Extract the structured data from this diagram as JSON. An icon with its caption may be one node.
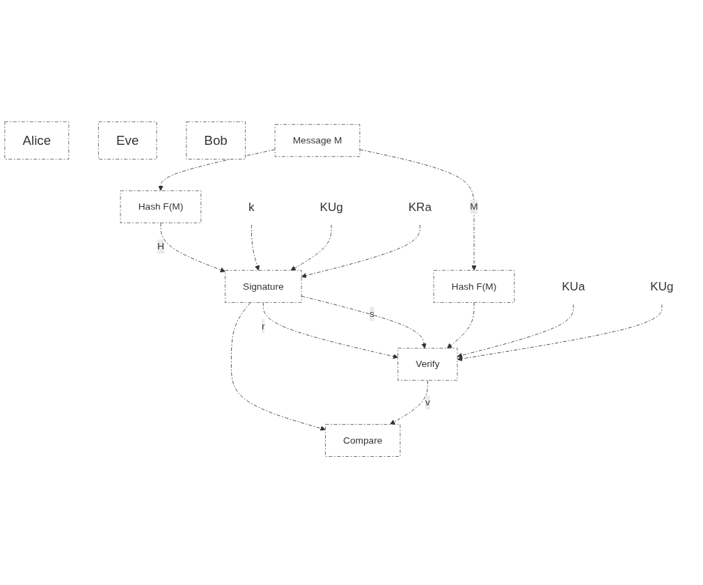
{
  "diagram": {
    "nodes": [
      {
        "text": [
          "Alice"
        ]
      },
      {
        "text": [
          "Eve"
        ]
      },
      {
        "text": [
          "Bob"
        ]
      },
      {
        "text": [
          "Message M"
        ]
      },
      {
        "text": [
          "Hash F(M)"
        ]
      },
      {
        "text": [
          "k"
        ]
      },
      {
        "text": [
          "Signature"
        ]
      },
      {
        "text": [
          "KUg"
        ]
      },
      {
        "text": [
          "KRa"
        ]
      },
      {
        "text": [
          "Hash F(M)"
        ]
      },
      {
        "text": [
          "KUa"
        ]
      },
      {
        "text": [
          "KUg"
        ]
      },
      {
        "text": [
          "Verify"
        ]
      },
      {
        "text": [
          "Compare"
        ]
      }
    ],
    "edges": [
      {
        "from": 3,
        "to": 9,
        "arrow": "to",
        "label": "M"
      },
      {
        "from": 3,
        "to": 4,
        "arrow": "to"
      },
      {
        "from": 4,
        "to": 6,
        "arrow": "to",
        "label": "H"
      },
      {
        "from": 5,
        "to": 6,
        "arrow": "to"
      },
      {
        "from": 7,
        "to": 6,
        "arrow": "to"
      },
      {
        "from": 8,
        "to": 6,
        "arrow": "to"
      },
      {
        "from": 6,
        "to": 12,
        "arrow": "to",
        "label": "s"
      },
      {
        "from": 9,
        "to": 12,
        "arrow": "to"
      },
      {
        "from": 10,
        "to": 12,
        "arrow": "to"
      },
      {
        "from": 11,
        "to": 12,
        "arrow": "to"
      },
      {
        "from": 6,
        "to": 12,
        "arrow": "to",
        "label": "r"
      },
      {
        "from": 6,
        "to": 13,
        "arrow": "to"
      },
      {
        "from": 12,
        "to": 13,
        "arrow": "to",
        "label": "v"
      }
    ]
  }
}
